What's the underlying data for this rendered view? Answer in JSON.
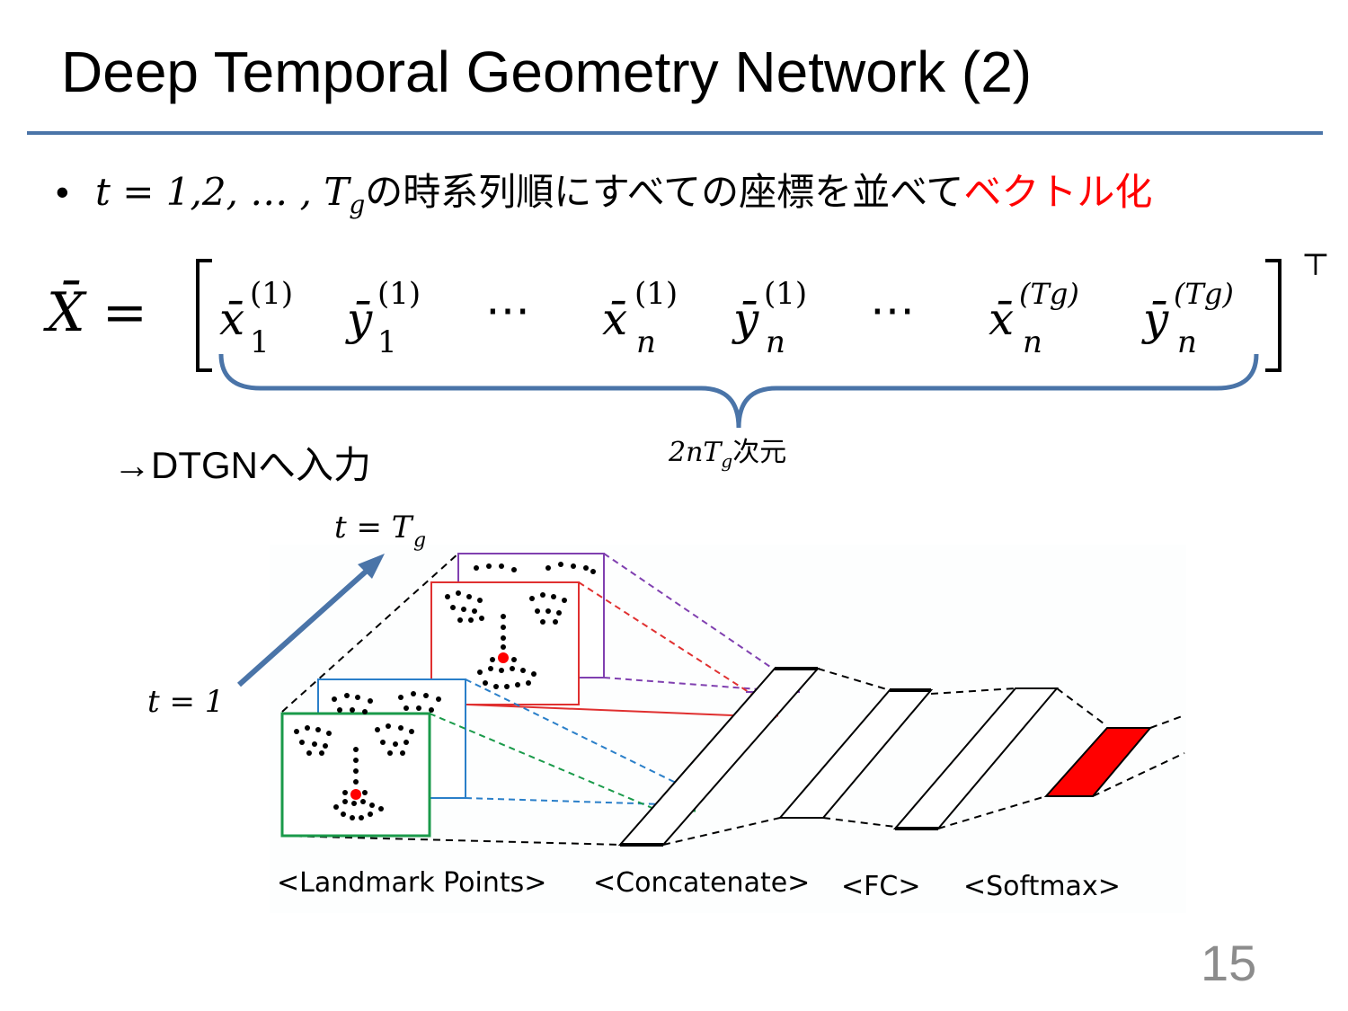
{
  "slide": {
    "title": "Deep Temporal Geometry Network (2)",
    "page_number": "15"
  },
  "bullet": {
    "math": "t = 1,2, … , T",
    "math_sub": "g",
    "text_black": "の時系列順にすべての座標を並べて",
    "text_red": "ベクトル化"
  },
  "equation": {
    "lhs": "X̄ =",
    "transpose": "⊤",
    "terms": [
      {
        "base": "x̄",
        "sup": "(1)",
        "sub": "1"
      },
      {
        "base": "ȳ",
        "sup": "(1)",
        "sub": "1"
      },
      {
        "base": "⋯",
        "sup": "",
        "sub": ""
      },
      {
        "base": "x̄",
        "sup": "(1)",
        "sub": "n"
      },
      {
        "base": "ȳ",
        "sup": "(1)",
        "sub": "n"
      },
      {
        "base": "⋯",
        "sup": "",
        "sub": ""
      },
      {
        "base": "x̄",
        "sup": "(Tg)",
        "sub": "n"
      },
      {
        "base": "ȳ",
        "sup": "(Tg)",
        "sub": "n"
      }
    ],
    "dimension_math": "2nT",
    "dimension_sub": "g",
    "dimension_text": "次元"
  },
  "input_note": "→DTGNへ入力",
  "diagram": {
    "time_start": "t = 1",
    "time_end": "t = T",
    "time_end_sub": "g",
    "stage_labels": [
      "<Landmark Points>",
      "<Concatenate>",
      "<FC>",
      "<Softmax>"
    ],
    "colors": {
      "accent_blue": "#4a74a8",
      "frame_green": "#1a9a4a",
      "frame_blue": "#2a7fc9",
      "frame_red": "#e03030",
      "frame_purple": "#8040b0",
      "softmax_fill": "#ff0000"
    }
  }
}
